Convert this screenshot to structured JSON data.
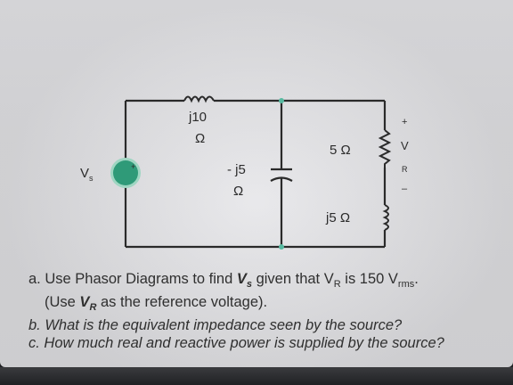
{
  "circuit": {
    "source_label": "V",
    "source_subscript": "s",
    "source_plus": "+",
    "inductor_top_label_line1": "j10",
    "inductor_top_label_line2": "Ω",
    "capacitor_label_line1": "- j5",
    "capacitor_label_line2": "Ω",
    "resistor_label": "5 Ω",
    "inductor_right_label": "j5 Ω",
    "vr_plus": "+",
    "vr_v": "V",
    "vr_r": "R",
    "vr_minus": "–"
  },
  "problem": {
    "a_prefix": "a. Use Phasor Diagrams to find ",
    "a_vs": "V",
    "a_vs_sub": "s",
    "a_mid": " given that V",
    "a_vr_sub": "R",
    "a_suffix": " is 150 V",
    "a_rms_sub": "rms",
    "a_period": ".",
    "a2_open": "(Use ",
    "a2_vr": "V",
    "a2_vr_sub": "R",
    "a2_rest": " as the reference voltage).",
    "b": "b. What is the equivalent impedance seen by the source?",
    "c": "c. How much real and reactive power is supplied by the source?"
  },
  "colors": {
    "wire": "#2a2a2a",
    "source_fill": "#2f9a78",
    "source_ring": "#9fd6c2",
    "node": "#56b9a0"
  }
}
